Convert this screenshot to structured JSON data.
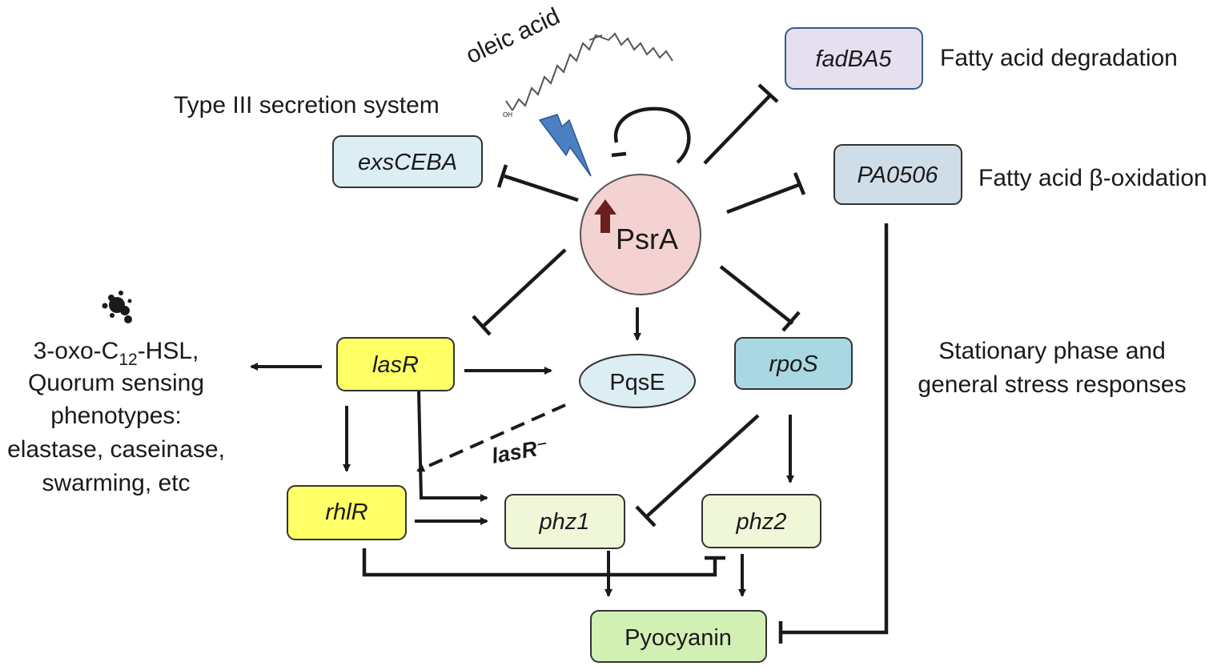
{
  "oleic_acid": {
    "label": "oleic acid",
    "oh_label": "OH"
  },
  "hub": {
    "label": "PsrA",
    "up_arrow_color": "#6b1f1f",
    "fill": "#f4d2d2",
    "stroke": "#555555"
  },
  "nodes": {
    "fadBA5": {
      "label": "fadBA5",
      "fill": "#e6dff0",
      "stroke": "#3a5a85"
    },
    "exsCEBA": {
      "label": "exsCEBA",
      "fill": "#dcedf4",
      "stroke": "#333333"
    },
    "PA0506": {
      "label": "PA0506",
      "fill": "#cfdde9",
      "stroke": "#333333"
    },
    "lasR": {
      "label": "lasR",
      "fill": "#ffff66",
      "stroke": "#333333"
    },
    "PqsE": {
      "label": "PqsE",
      "fill": "#dcedf4",
      "stroke": "#333333"
    },
    "rpoS": {
      "label": "rpoS",
      "fill": "#a9d7e2",
      "stroke": "#333333"
    },
    "rhlR": {
      "label": "rhlR",
      "fill": "#ffff66",
      "stroke": "#333333"
    },
    "phz1": {
      "label": "phz1",
      "fill": "#f0f7d8",
      "stroke": "#333333"
    },
    "phz2": {
      "label": "phz2",
      "fill": "#f0f7d8",
      "stroke": "#333333"
    },
    "Pyocyanin": {
      "label": "Pyocyanin",
      "fill": "#d2f0b4",
      "stroke": "#333333"
    }
  },
  "annotations": {
    "fatty_acid_degradation": "Fatty acid degradation",
    "type3": "Type III secretion system",
    "beta_oxidation": "Fatty acid β-oxidation",
    "stationary": [
      "Stationary phase and",
      "general stress responses"
    ],
    "qs_line1_pre": "3-oxo-C",
    "qs_line1_sub": "12",
    "qs_line1_post": "-HSL,",
    "qs_lines": [
      "Quorum sensing",
      "phenotypes:",
      "elastase, caseinase,",
      "swarming, etc"
    ],
    "lasR_minus": "lasR⁻"
  },
  "bolt_color": "#4a7fc1",
  "line_color": "#1a1a1a"
}
